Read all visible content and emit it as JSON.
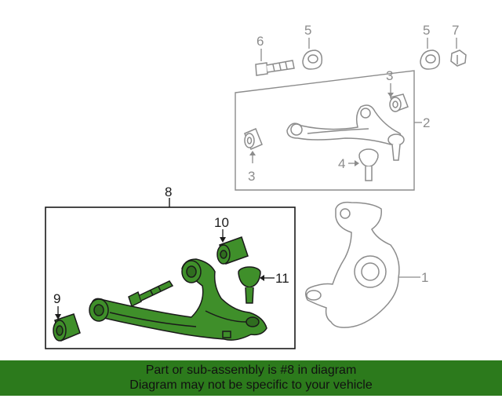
{
  "callouts": {
    "c1": "1",
    "c2": "2",
    "c3a": "3",
    "c3b": "3",
    "c4": "4",
    "c5a": "5",
    "c5b": "5",
    "c6": "6",
    "c7": "7",
    "c8": "8",
    "c9": "9",
    "c10": "10",
    "c11": "11"
  },
  "footer": {
    "line1": "Part or sub-assembly is #8 in diagram",
    "line2": "Diagram may not be specific to your vehicle"
  },
  "colors": {
    "highlight": "#3f8f2a",
    "footer_bg": "#2c7a1c",
    "line_grey": "#8c8c8c"
  }
}
